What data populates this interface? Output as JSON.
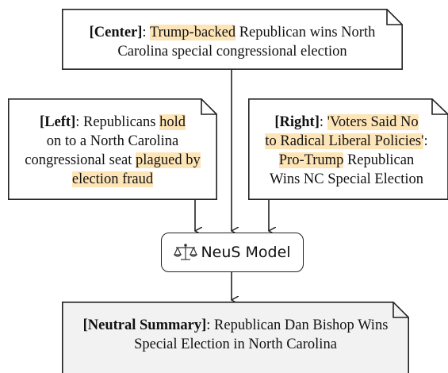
{
  "center": {
    "tag": "[Center]",
    "sep": ": ",
    "highlight": "Trump-backed",
    "rest1": " Republican wins North",
    "line2": "Carolina special congressional election"
  },
  "left": {
    "tag": "[Left]",
    "sep": ": Republicans ",
    "highlight1": "hold",
    "line2a": "on to a North Carolina",
    "line3a": "congressional seat ",
    "highlight2a": "plagued by",
    "highlight2b": "election fraud"
  },
  "right": {
    "tag": "[Right]",
    "sep": ": ",
    "highlight1a": "'Voters Said No",
    "highlight1b": "to Radical Liberal Policies'",
    "line2end": ":",
    "highlight2": "Pro-Trump",
    "line3rest": " Republican",
    "line4": "Wins NC Special Election"
  },
  "model": {
    "label": "NeuS Model",
    "icon": "balance-scale-icon"
  },
  "summary": {
    "tag": "[Neutral Summary]",
    "sep": ": Republican Dan Bishop Wins",
    "line2": "Special Election in North Carolina"
  },
  "colors": {
    "highlight": "#fde5b8",
    "summary_fill": "#f2f2f2",
    "stroke": "#222222"
  }
}
